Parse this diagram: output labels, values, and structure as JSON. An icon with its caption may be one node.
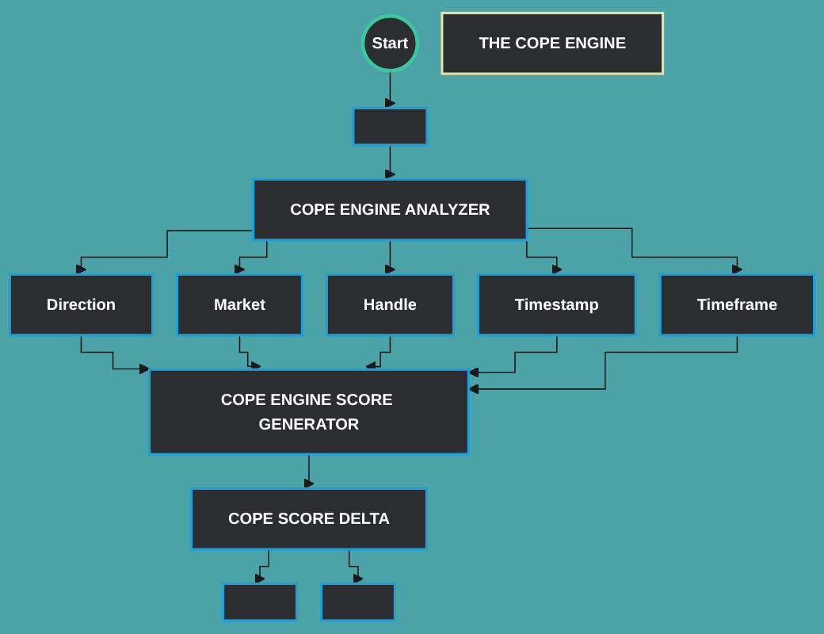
{
  "diagram": {
    "nodes": [
      {
        "text": [
          "Start"
        ]
      },
      {
        "text": [
          "THE COPE ENGINE"
        ]
      },
      {
        "text": [],
        "shape": "box"
      },
      {
        "text": [
          "COPE ENGINE ANALYZER"
        ]
      },
      {
        "text": [
          "Direction"
        ]
      },
      {
        "text": [
          "Market"
        ]
      },
      {
        "text": [
          "Handle"
        ]
      },
      {
        "text": [
          "Timestamp"
        ]
      },
      {
        "text": [
          "Timeframe"
        ]
      },
      {
        "text": [
          "COPE ENGINE SCORE GENERATOR"
        ]
      },
      {
        "text": [
          "COPE SCORE DELTA"
        ]
      },
      {
        "text": [],
        "shape": "box"
      },
      {
        "text": [],
        "shape": "box"
      }
    ],
    "edges": [
      {
        "from": 0,
        "to": 2,
        "arrow": "to"
      },
      {
        "from": 2,
        "to": 3,
        "arrow": "to"
      },
      {
        "from": 3,
        "to": 4,
        "arrow": "to"
      },
      {
        "from": 3,
        "to": 5,
        "arrow": "to"
      },
      {
        "from": 3,
        "to": 6,
        "arrow": "to"
      },
      {
        "from": 3,
        "to": 7,
        "arrow": "to"
      },
      {
        "from": 3,
        "to": 8,
        "arrow": "to"
      },
      {
        "from": 4,
        "to": 9,
        "arrow": "to"
      },
      {
        "from": 5,
        "to": 9,
        "arrow": "to"
      },
      {
        "from": 6,
        "to": 9,
        "arrow": "to"
      },
      {
        "from": 7,
        "to": 9,
        "arrow": "to"
      },
      {
        "from": 8,
        "to": 9,
        "arrow": "to"
      },
      {
        "from": 9,
        "to": 10,
        "arrow": "to"
      },
      {
        "from": 10,
        "to": 11,
        "arrow": "to"
      },
      {
        "from": 10,
        "to": 12,
        "arrow": "to"
      }
    ]
  }
}
